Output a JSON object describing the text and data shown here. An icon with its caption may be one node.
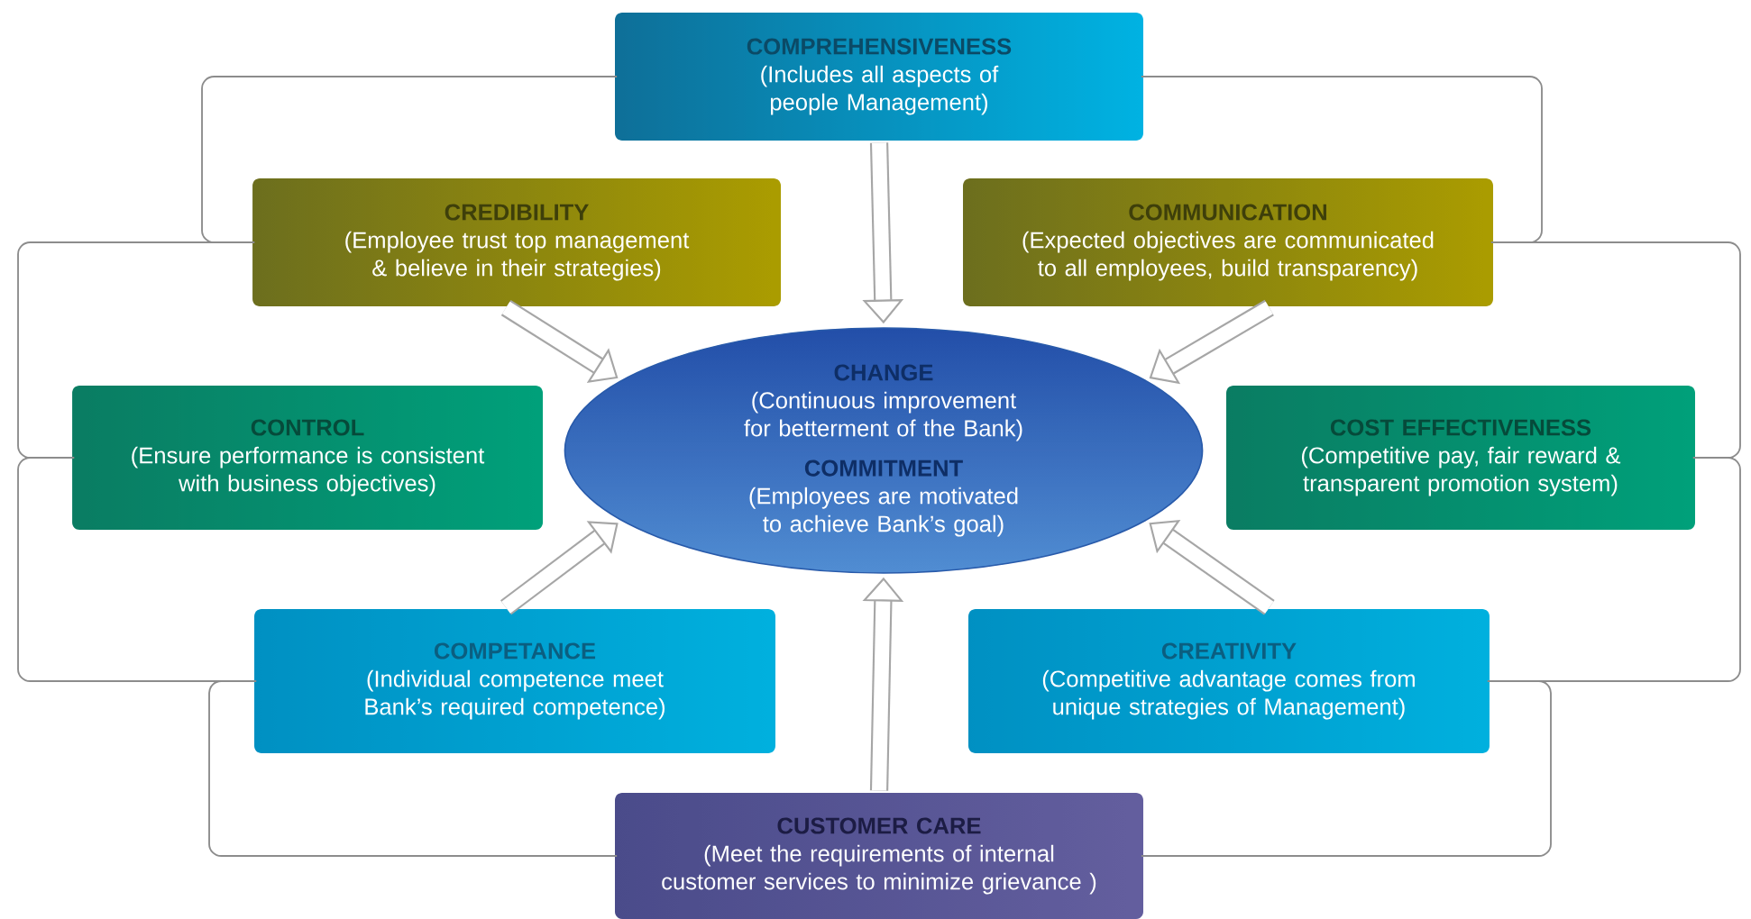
{
  "diagram": {
    "nodes": [
      {
        "text": [
          "COMPREHENSIVENESS",
          "(Includes all aspects of people Management)"
        ]
      },
      {
        "text": [
          "CREDIBILITY",
          "(Employee trust top management & believe in their strategies)"
        ]
      },
      {
        "text": [
          "COMMUNICATION",
          "(Expected objectives are communicated to all employees, build transparency)"
        ]
      },
      {
        "text": [
          "CONTROL",
          "(Ensure performance is consistent with business objectives)"
        ]
      },
      {
        "text": [
          "COST EFFECTIVENESS",
          "(Competitive pay, fair reward & transparent promotion system)"
        ]
      },
      {
        "text": [
          "COMPETANCE",
          "(Individual competence meet Bank’s required competence)"
        ]
      },
      {
        "text": [
          "CREATIVITY",
          "(Competitive advantage comes from unique strategies of Management)"
        ]
      },
      {
        "text": [
          "CUSTOMER CARE",
          "(Meet the requirements of internal customer services to minimize grievance )"
        ]
      },
      {
        "text": [
          "CHANGE",
          "(Continuous improvement for betterment of the Bank)",
          "COMMITMENT",
          "(Employees are motivated to achieve Bank’s goal)"
        ]
      }
    ],
    "edges": [
      {
        "from": 0,
        "to": 1,
        "arrow": "none"
      },
      {
        "from": 1,
        "to": 3,
        "arrow": "none"
      },
      {
        "from": 3,
        "to": 5,
        "arrow": "none"
      },
      {
        "from": 5,
        "to": 7,
        "arrow": "none"
      },
      {
        "from": 0,
        "to": 2,
        "arrow": "none"
      },
      {
        "from": 2,
        "to": 4,
        "arrow": "none"
      },
      {
        "from": 4,
        "to": 6,
        "arrow": "none"
      },
      {
        "from": 6,
        "to": 7,
        "arrow": "none"
      },
      {
        "from": 0,
        "to": 8,
        "arrow": "to",
        "style": "thick"
      },
      {
        "from": 1,
        "to": 8,
        "arrow": "to",
        "style": "thick"
      },
      {
        "from": 2,
        "to": 8,
        "arrow": "to",
        "style": "thick"
      },
      {
        "from": 5,
        "to": 8,
        "arrow": "to",
        "style": "thick"
      },
      {
        "from": 6,
        "to": 8,
        "arrow": "to",
        "style": "thick"
      },
      {
        "from": 7,
        "to": 8,
        "arrow": "to",
        "style": "thick"
      }
    ]
  }
}
